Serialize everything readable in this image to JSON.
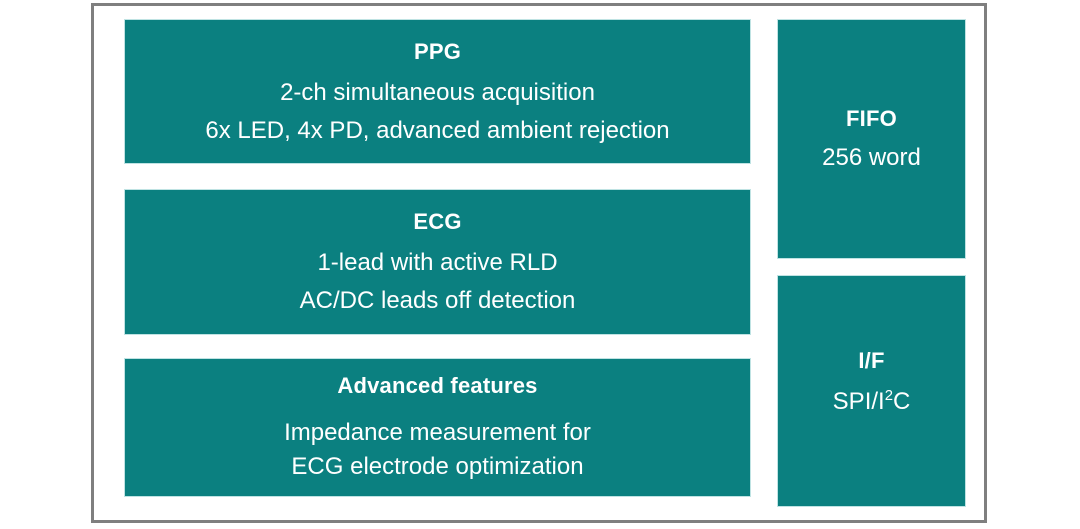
{
  "diagram": {
    "frame": {
      "border_color": "#7f7f7f",
      "background": "#ffffff"
    },
    "block_color": "#0b8080",
    "text_color": "#ffffff",
    "left_column": [
      {
        "name": "ppg",
        "title": "PPG",
        "lines": [
          "2-ch simultaneous acquisition",
          "6x LED, 4x PD, advanced ambient rejection"
        ]
      },
      {
        "name": "ecg",
        "title": "ECG",
        "lines": [
          "1-lead with active RLD",
          "AC/DC leads off detection"
        ]
      },
      {
        "name": "advanced-features",
        "title": "Advanced features",
        "lines": [
          "Impedance measurement for",
          "ECG electrode optimization"
        ]
      }
    ],
    "right_column": [
      {
        "name": "fifo",
        "title": "FIFO",
        "lines": [
          "256 word"
        ]
      },
      {
        "name": "interface",
        "title": "I/F",
        "lines_rich": [
          {
            "before": "SPI/I",
            "sup": "2",
            "after": "C"
          }
        ]
      }
    ]
  }
}
